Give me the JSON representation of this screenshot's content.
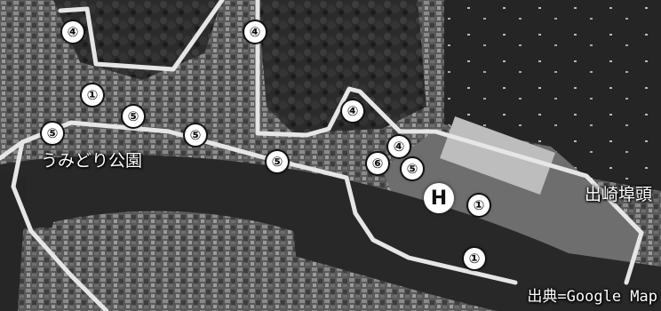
{
  "labels": {
    "park": "うみどり公園",
    "pier": "出崎埠頭",
    "source": "出典=Google Map"
  },
  "markers": [
    {
      "id": "m1",
      "text": "④"
    },
    {
      "id": "m2",
      "text": "④"
    },
    {
      "id": "m3",
      "text": "①"
    },
    {
      "id": "m4",
      "text": "⑤"
    },
    {
      "id": "m5",
      "text": "⑤"
    },
    {
      "id": "m6",
      "text": "⑤"
    },
    {
      "id": "m7",
      "text": "④"
    },
    {
      "id": "m8",
      "text": "⑤"
    },
    {
      "id": "m9",
      "text": "④"
    },
    {
      "id": "m10",
      "text": "⑥"
    },
    {
      "id": "m11",
      "text": "⑤"
    },
    {
      "id": "m12",
      "text": "①"
    },
    {
      "id": "m13",
      "text": "①"
    }
  ],
  "heliport": {
    "symbol": "H"
  },
  "colors": {
    "boundary": "#e6e6e6",
    "water": "#2a2a2a",
    "land": "#555555"
  }
}
